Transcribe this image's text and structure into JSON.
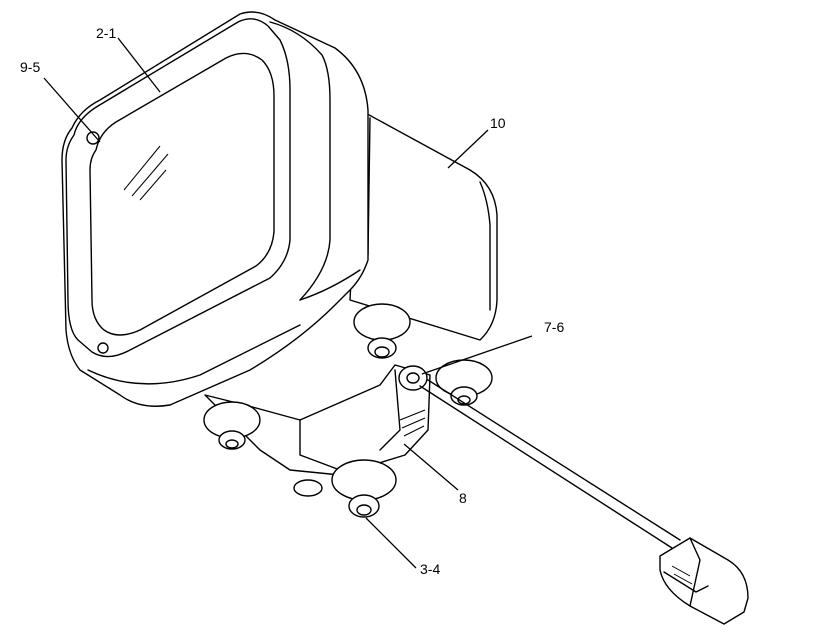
{
  "callouts": {
    "c1": "2-1",
    "c2": "9-5",
    "c3": "10",
    "c4": "7-6",
    "c5": "8",
    "c6": "3-4"
  }
}
